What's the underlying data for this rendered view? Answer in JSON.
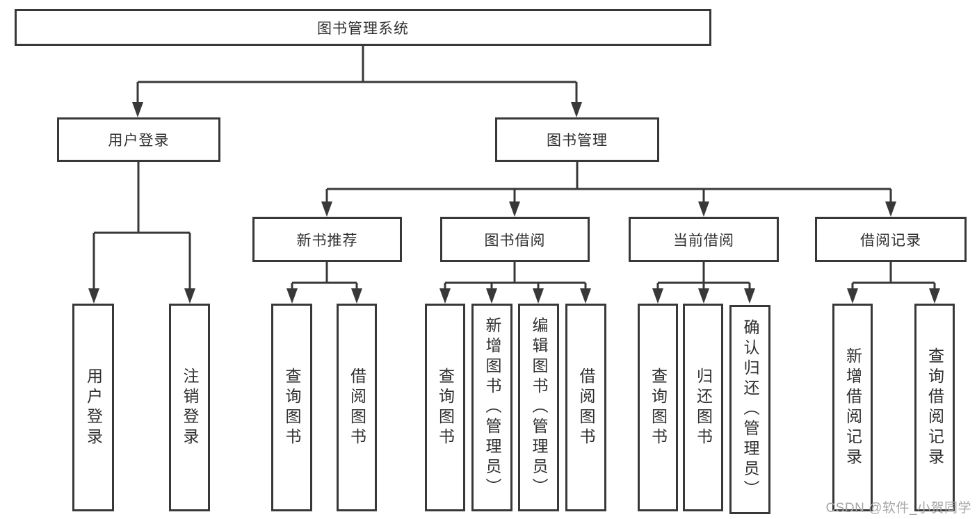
{
  "colors": {
    "line": "#383838",
    "text": "#303030",
    "watermark": "#a6a6a6",
    "background": "#ffffff"
  },
  "tree": {
    "root": {
      "label": "图书管理系统"
    },
    "branches": [
      {
        "label": "用户登录",
        "children": [
          {
            "label": "用户登录"
          },
          {
            "label": "注销登录"
          }
        ]
      },
      {
        "label": "图书管理",
        "groups": [
          {
            "label": "新书推荐",
            "children": [
              {
                "label": "查询图书"
              },
              {
                "label": "借阅图书"
              }
            ]
          },
          {
            "label": "图书借阅",
            "children": [
              {
                "label": "查询图书"
              },
              {
                "label": "新增图书（管理员）"
              },
              {
                "label": "编辑图书（管理员）"
              },
              {
                "label": "借阅图书"
              }
            ]
          },
          {
            "label": "当前借阅",
            "children": [
              {
                "label": "查询图书"
              },
              {
                "label": "归还图书"
              },
              {
                "label": "确认归还（管理员）"
              }
            ]
          },
          {
            "label": "借阅记录",
            "children": [
              {
                "label": "新增借阅记录"
              },
              {
                "label": "查询借阅记录"
              }
            ]
          }
        ]
      }
    ]
  },
  "watermark": {
    "label": "CSDN @软件_小贺同学"
  }
}
